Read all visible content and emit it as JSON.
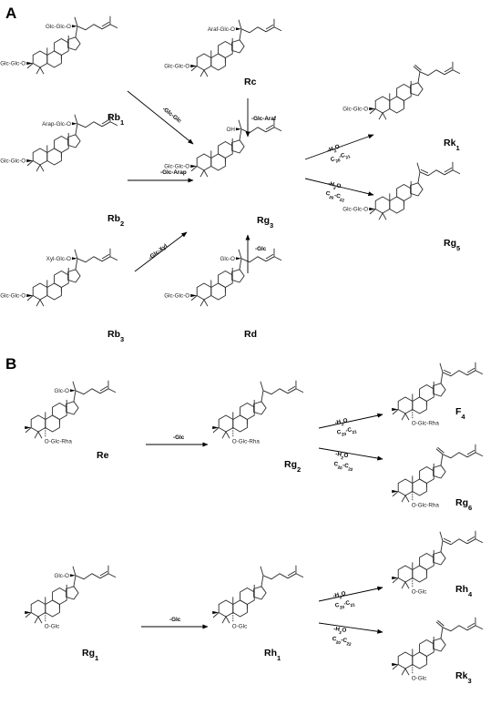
{
  "panels": {
    "a": "A",
    "b": "B"
  },
  "molecules": [
    {
      "key": "rb1",
      "name": "Rb",
      "sub": "1",
      "top": "Glc-Glc-O",
      "side": "Glc-Glc-O",
      "bottom": "",
      "variant": "a"
    },
    {
      "key": "rc",
      "name": "Rc",
      "sub": "",
      "top": "Araf-Glc-O",
      "side": "Glc-Glc-O",
      "bottom": "",
      "variant": "a"
    },
    {
      "key": "rb2",
      "name": "Rb",
      "sub": "2",
      "top": "Arap-Glc-O",
      "side": "Glc-Glc-O",
      "bottom": "",
      "variant": "a"
    },
    {
      "key": "rg3",
      "name": "Rg",
      "sub": "3",
      "top": "OH",
      "side": "Glc-Glc-O",
      "bottom": "",
      "variant": "a"
    },
    {
      "key": "rb3",
      "name": "Rb",
      "sub": "3",
      "top": "Xyl-Glc-O",
      "side": "Glc-Glc-O",
      "bottom": "",
      "variant": "a"
    },
    {
      "key": "rd",
      "name": "Rd",
      "sub": "",
      "top": "Glc-O",
      "side": "Glc-Glc-O",
      "bottom": "",
      "variant": "a"
    },
    {
      "key": "rk1",
      "name": "Rk",
      "sub": "1",
      "top": "",
      "side": "Glc-Glc-O",
      "bottom": "",
      "variant": "c"
    },
    {
      "key": "rg5",
      "name": "Rg",
      "sub": "5",
      "top": "",
      "side": "Glc-Glc-O",
      "bottom": "",
      "variant": "b"
    },
    {
      "key": "re",
      "name": "Re",
      "sub": "",
      "top": "Glc-O",
      "side": "",
      "bottom": "O-Glc-Rha",
      "variant": "a"
    },
    {
      "key": "rg2",
      "name": "Rg",
      "sub": "2",
      "top": "",
      "side": "",
      "bottom": "O-Glc-Rha",
      "variant": "a"
    },
    {
      "key": "f4",
      "name": "F",
      "sub": "4",
      "top": "",
      "side": "",
      "bottom": "O-Glc-Rha",
      "variant": "b"
    },
    {
      "key": "rg6",
      "name": "Rg",
      "sub": "6",
      "top": "",
      "side": "",
      "bottom": "O-Glc-Rha",
      "variant": "c"
    },
    {
      "key": "rg1",
      "name": "Rg",
      "sub": "1",
      "top": "Glc-O",
      "side": "",
      "bottom": "O-Glc",
      "variant": "a"
    },
    {
      "key": "rh1",
      "name": "Rh",
      "sub": "1",
      "top": "",
      "side": "",
      "bottom": "O-Glc",
      "variant": "a"
    },
    {
      "key": "rh4",
      "name": "Rh",
      "sub": "4",
      "top": "",
      "side": "",
      "bottom": "O-Glc",
      "variant": "b"
    },
    {
      "key": "rk3",
      "name": "Rk",
      "sub": "3",
      "top": "",
      "side": "",
      "bottom": "O-Glc",
      "variant": "c"
    }
  ],
  "arrows": [
    {
      "key": "a1",
      "label": "-Glc-Glc",
      "lsub": "",
      "label2": "",
      "l2sub": "",
      "l2mid": "",
      "l2sub2": ""
    },
    {
      "key": "a2",
      "label": "-Glc-Araf",
      "lsub": "",
      "label2": "",
      "l2sub": "",
      "l2mid": "",
      "l2sub2": ""
    },
    {
      "key": "a3",
      "label": "-Glc-Arap",
      "lsub": "",
      "label2": "",
      "l2sub": "",
      "l2mid": "",
      "l2sub2": ""
    },
    {
      "key": "a4",
      "label": "-Glc-Xyl",
      "lsub": "",
      "label2": "",
      "l2sub": "",
      "l2mid": "",
      "l2sub2": ""
    },
    {
      "key": "a5",
      "label": "-Glc",
      "lsub": "",
      "label2": "",
      "l2sub": "",
      "l2mid": "",
      "l2sub2": ""
    },
    {
      "key": "a6",
      "label": "-H",
      "lsub": "2",
      "lpost": "O",
      "label2": "C",
      "l2sub": "20",
      "l2mid": "-C",
      "l2sub2": "21"
    },
    {
      "key": "a7",
      "label": "-H",
      "lsub": "2",
      "lpost": "O",
      "label2": "C",
      "l2sub": "20",
      "l2mid": "-C",
      "l2sub2": "22"
    },
    {
      "key": "b1",
      "label": "-Glc",
      "lsub": "",
      "label2": "",
      "l2sub": "",
      "l2mid": "",
      "l2sub2": ""
    },
    {
      "key": "b2",
      "label": "-H",
      "lsub": "2",
      "lpost": "O",
      "label2": "C",
      "l2sub": "20",
      "l2mid": "-C",
      "l2sub2": "21"
    },
    {
      "key": "b3",
      "label": "-H",
      "lsub": "2",
      "lpost": "O",
      "label2": "C",
      "l2sub": "20",
      "l2mid": "-C",
      "l2sub2": "22"
    },
    {
      "key": "b4",
      "label": "-Glc",
      "lsub": "",
      "label2": "",
      "l2sub": "",
      "l2mid": "",
      "l2sub2": ""
    },
    {
      "key": "b5",
      "label": "-H",
      "lsub": "2",
      "lpost": "O",
      "label2": "C",
      "l2sub": "20",
      "l2mid": "-C",
      "l2sub2": "21"
    },
    {
      "key": "b6",
      "label": "-H",
      "lsub": "2",
      "lpost": "O",
      "label2": "C",
      "l2sub": "20",
      "l2mid": "-C",
      "l2sub2": "22"
    }
  ]
}
